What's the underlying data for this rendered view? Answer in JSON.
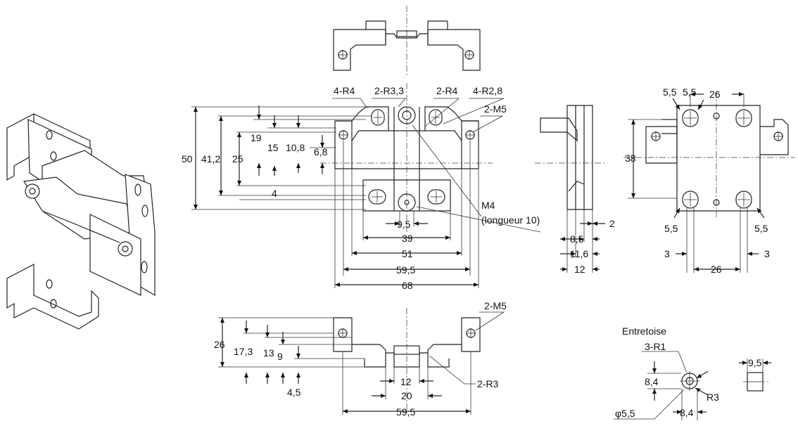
{
  "labels": {
    "front_4r4": "4-R4",
    "front_2r33": "2-R3,3",
    "front_2r4": "2-R4",
    "front_4r28": "4-R2,8",
    "front_2m5": "2-M5",
    "m4": "M4",
    "m4_length": "(longueur 10)",
    "bottom_2m5": "2-M5",
    "bottom_2r3": "2-R3",
    "spacer_title": "Entretoise",
    "spacer_3r1": "3-R1",
    "spacer_r3": "R3",
    "spacer_phi": "φ5,5"
  },
  "dims": {
    "front": {
      "h50": "50",
      "h412": "41,2",
      "h25": "25",
      "h19": "19",
      "h15": "15",
      "h108": "10,8",
      "h68": "6,8",
      "h4": "4",
      "w95": "9,5",
      "w39": "39",
      "w51": "51",
      "w595": "59,5",
      "w68": "68"
    },
    "side": {
      "d2": "2",
      "d85": "8,5",
      "d116": "11,6",
      "d12": "12"
    },
    "back": {
      "t55a": "5,5",
      "t55b": "5,5",
      "t26": "26",
      "h38": "38",
      "b55l": "5,5",
      "b55r": "5,5",
      "b3l": "3",
      "b3r": "3",
      "b26": "26"
    },
    "bottom": {
      "h26": "26",
      "h173": "17,3",
      "h13": "13",
      "h9": "9",
      "h45": "4,5",
      "w12": "12",
      "w20": "20",
      "w595": "59,5"
    },
    "spacer": {
      "v84": "8,4",
      "h84": "8,4",
      "w95": "9,5"
    }
  }
}
